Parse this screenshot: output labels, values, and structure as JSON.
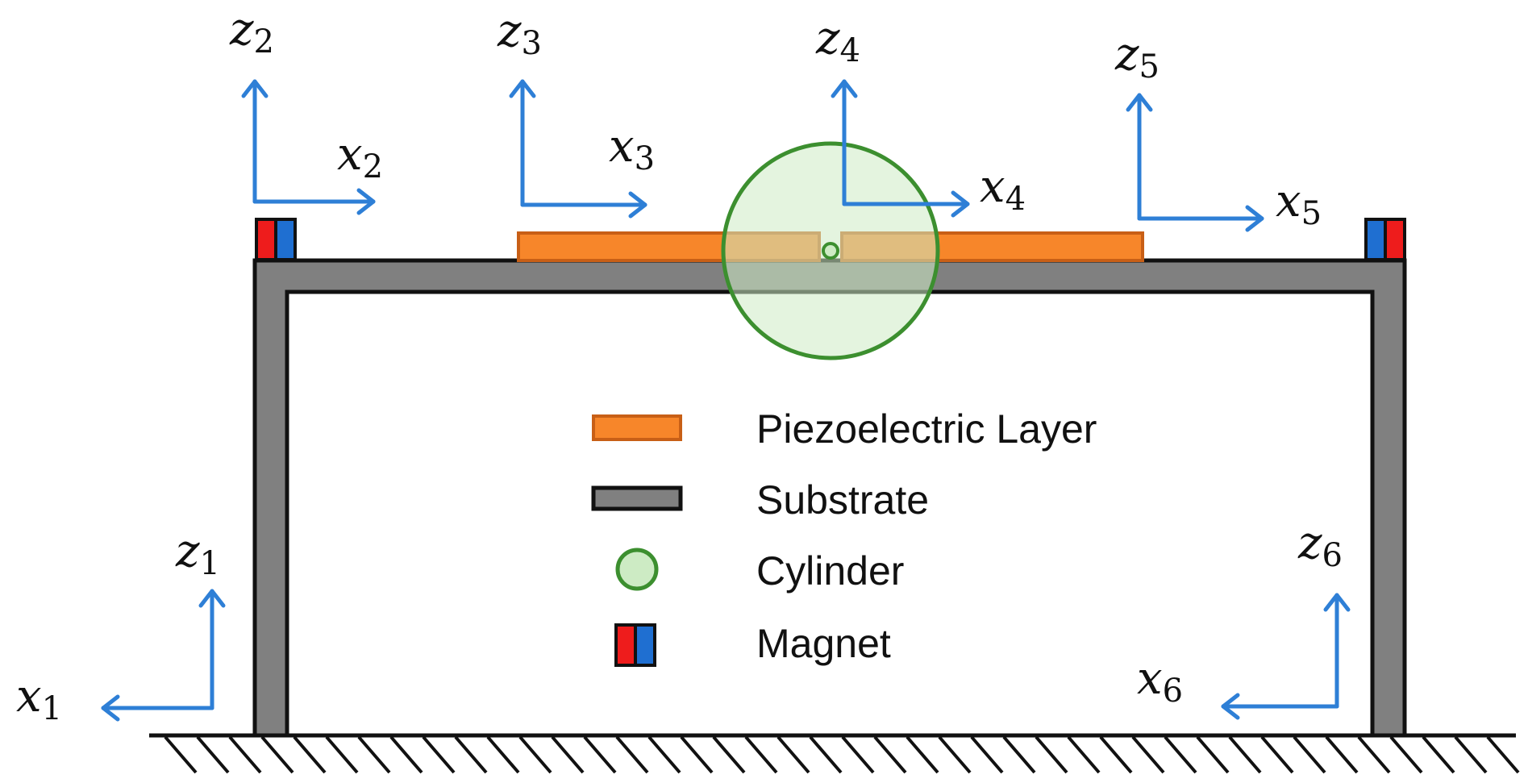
{
  "colors": {
    "axis": "#2e7fd6",
    "substrate": "#808080",
    "substrate_outline": "#111111",
    "piezo_fill": "#f7862a",
    "piezo_outline": "#c85f16",
    "cylinder_fill": "#cdebc4",
    "cylinder_outline": "#3c8f2f",
    "magnet_north": "#ee1c1c",
    "magnet_south": "#1f6fd1"
  },
  "coordinate_frames": [
    {
      "id": "frame-1",
      "x_label": "x",
      "x_sub": "1",
      "z_label": "z",
      "z_sub": "1",
      "x_direction": "left"
    },
    {
      "id": "frame-2",
      "x_label": "x",
      "x_sub": "2",
      "z_label": "z",
      "z_sub": "2",
      "x_direction": "right"
    },
    {
      "id": "frame-3",
      "x_label": "x",
      "x_sub": "3",
      "z_label": "z",
      "z_sub": "3",
      "x_direction": "right"
    },
    {
      "id": "frame-4",
      "x_label": "x",
      "x_sub": "4",
      "z_label": "z",
      "z_sub": "4",
      "x_direction": "right"
    },
    {
      "id": "frame-5",
      "x_label": "x",
      "x_sub": "5",
      "z_label": "z",
      "z_sub": "5",
      "x_direction": "right"
    },
    {
      "id": "frame-6",
      "x_label": "x",
      "x_sub": "6",
      "z_label": "z",
      "z_sub": "6",
      "x_direction": "left"
    }
  ],
  "legend": {
    "items": [
      {
        "icon": "piezoelectric-layer-swatch",
        "label": "Piezoelectric Layer"
      },
      {
        "icon": "substrate-swatch",
        "label": "Substrate"
      },
      {
        "icon": "cylinder-swatch",
        "label": "Cylinder"
      },
      {
        "icon": "magnet-swatch",
        "label": "Magnet"
      }
    ]
  }
}
